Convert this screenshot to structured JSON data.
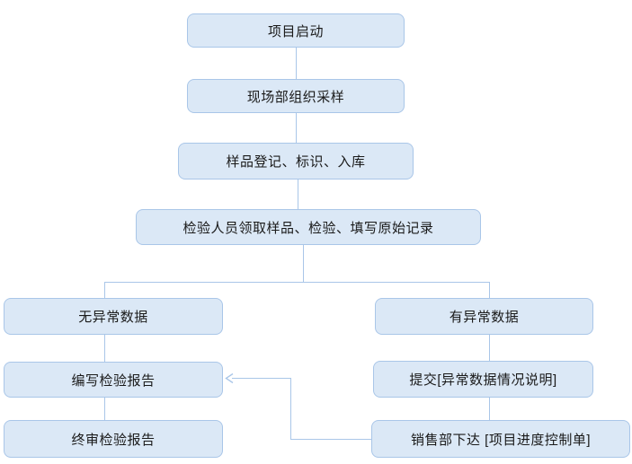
{
  "diagram": {
    "type": "flowchart",
    "nodes": {
      "start": {
        "label": "项目启动"
      },
      "sampling": {
        "label": "现场部组织采样"
      },
      "register": {
        "label": "样品登记、标识、入库"
      },
      "inspect": {
        "label": "检验人员领取样品、检验、填写原始记录"
      },
      "no_abnormal": {
        "label": "无异常数据"
      },
      "abnormal": {
        "label": "有异常数据"
      },
      "write_report": {
        "label": "编写检验报告"
      },
      "final_review": {
        "label": "终审检验报告"
      },
      "submit_note": {
        "label": "提交[异常数据情况说明]"
      },
      "sales_issue": {
        "label": "销售部下达 [项目进度控制单]"
      }
    },
    "edges": [
      {
        "from": "start",
        "to": "sampling",
        "arrowhead": false
      },
      {
        "from": "sampling",
        "to": "register",
        "arrowhead": false
      },
      {
        "from": "register",
        "to": "inspect",
        "arrowhead": false
      },
      {
        "from": "inspect",
        "to": "no_abnormal",
        "arrowhead": false
      },
      {
        "from": "inspect",
        "to": "abnormal",
        "arrowhead": false
      },
      {
        "from": "no_abnormal",
        "to": "write_report",
        "arrowhead": false
      },
      {
        "from": "write_report",
        "to": "final_review",
        "arrowhead": false
      },
      {
        "from": "abnormal",
        "to": "submit_note",
        "arrowhead": false
      },
      {
        "from": "submit_note",
        "to": "sales_issue",
        "arrowhead": false
      },
      {
        "from": "sales_issue",
        "to": "write_report",
        "arrowhead": true
      }
    ],
    "colors": {
      "node_fill": "#dbe8f6",
      "node_border": "#a9c6e8",
      "connector": "#a9c6e8",
      "text": "#1a1a1a",
      "background": "#ffffff"
    }
  }
}
